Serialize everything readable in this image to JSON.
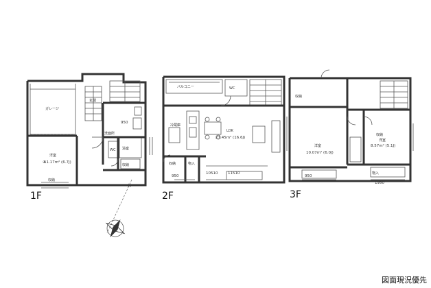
{
  "floors": {
    "first": {
      "label": "1F",
      "rooms": [
        "ガレージ",
        "玄関",
        "洋室",
        "収納",
        "浴室",
        "洗面所",
        "WC",
        "収納"
      ],
      "room_sizes": [
        "11.17m² (6.7J)",
        "④"
      ],
      "dims": [
        "950"
      ]
    },
    "second": {
      "label": "2F",
      "rooms": [
        "LDK",
        "バルコニー",
        "収納",
        "物入",
        "WC",
        "冷蔵庫"
      ],
      "room_sizes": [
        "27.45m² (16.6J)"
      ],
      "dims": [
        "950",
        "10510",
        "11510"
      ]
    },
    "third": {
      "label": "3F",
      "rooms": [
        "洋室",
        "洋室",
        "収納",
        "収納",
        "物入"
      ],
      "room_sizes": [
        "10.07m² (6.0J)",
        "8.57m² (5.1J)"
      ],
      "dims": [
        "950",
        "1950"
      ]
    }
  },
  "compass": {
    "label": "北",
    "direction": "north"
  },
  "footer_note": "図面現況優先"
}
